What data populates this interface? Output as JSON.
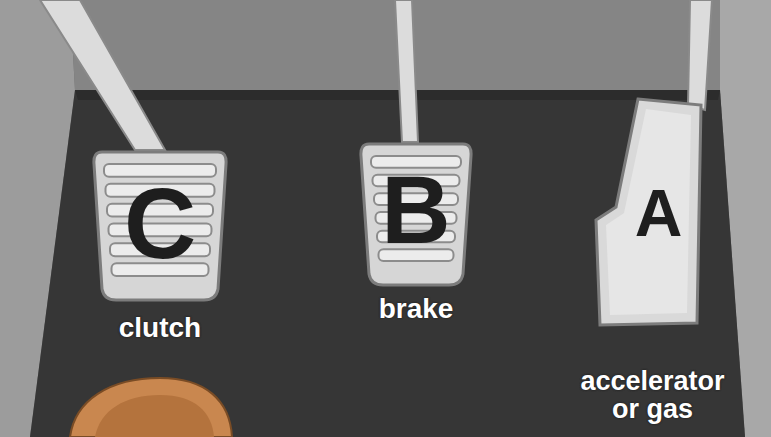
{
  "diagram": {
    "nodes": [
      {
        "text": [
          "C",
          "clutch"
        ]
      },
      {
        "text": [
          "B",
          "brake"
        ]
      },
      {
        "text": [
          "A",
          "accelerator or gas"
        ]
      }
    ]
  }
}
